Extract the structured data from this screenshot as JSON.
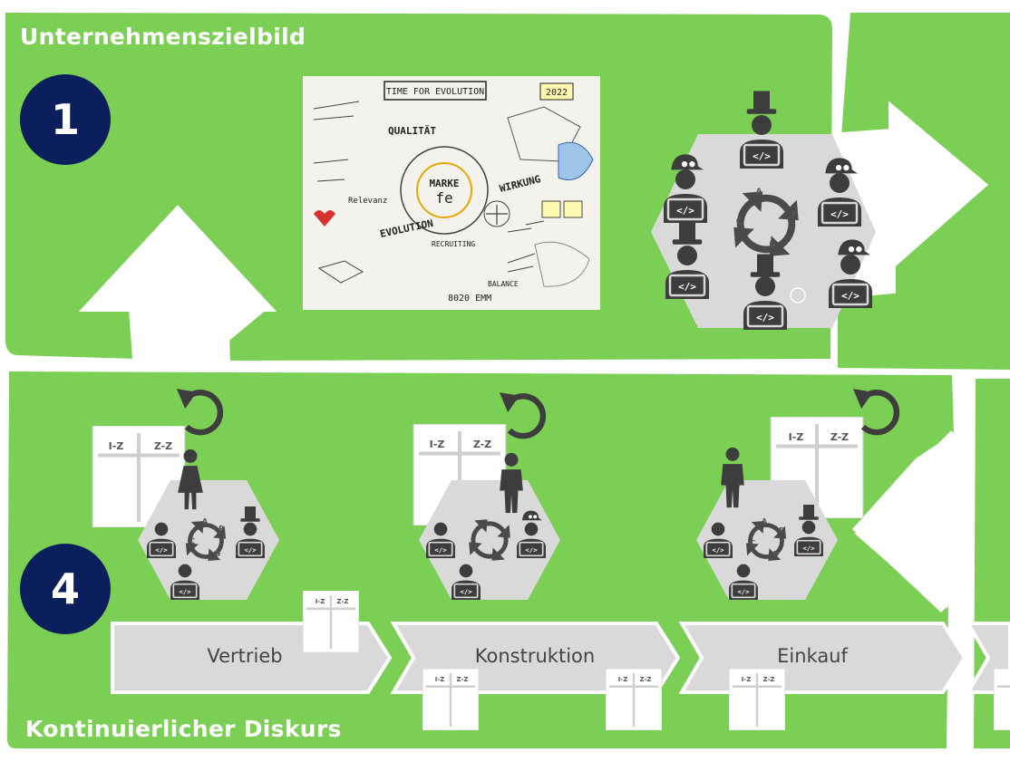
{
  "sections": {
    "top_title": "Unternehmenszielbild",
    "bottom_title": "Kontinuierlicher Diskurs",
    "top_number": "1",
    "bottom_number": "4"
  },
  "process_steps": [
    "Vertrieb",
    "Konstruktion",
    "Einkauf"
  ],
  "doc_labels": {
    "left": "I-Z",
    "right": "Z-Z"
  },
  "pdca_letters": {
    "a": "A",
    "p": "P",
    "d": "D",
    "c": "C"
  },
  "sketch_board": {
    "title": "TIME FOR EVOLUTION",
    "year": "2022",
    "center_word": "MARKE",
    "words": [
      "EVOLUTION",
      "WIRKUNG",
      "QUALITÄT",
      "Relevanz",
      "RECRUITING",
      "8020 EMM",
      "BALANCE"
    ]
  },
  "colors": {
    "green": "#7ccf55",
    "navy": "#0b1f5c",
    "gray_hex": "#d9d9d9",
    "person": "#3d3d3d",
    "white": "#ffffff"
  }
}
